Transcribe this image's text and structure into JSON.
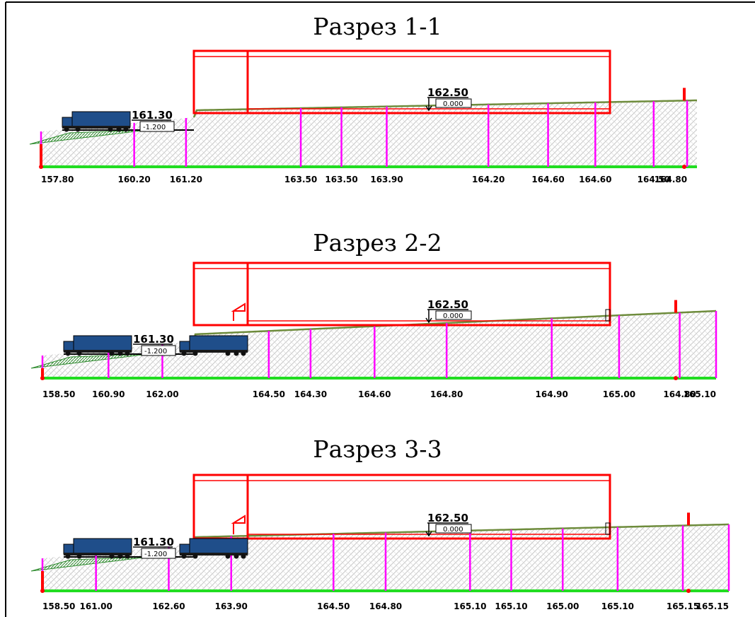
{
  "colors": {
    "building": "#ff0000",
    "ground_line": "#6e8c3c",
    "base_line": "#22dd22",
    "stake": "#ff00ff",
    "truck": "#1f4e8a",
    "hatch": "#c8c8c8",
    "slope": "#2e8b2e"
  },
  "sections": [
    {
      "title": "Разрез 1-1",
      "marks": [
        {
          "x": 0.0,
          "label": "157.80"
        },
        {
          "x": 0.142,
          "label": "160.20"
        },
        {
          "x": 0.221,
          "label": "161.20"
        },
        {
          "x": 0.396,
          "label": "163.50"
        },
        {
          "x": 0.458,
          "label": "163.50"
        },
        {
          "x": 0.527,
          "label": "163.90"
        },
        {
          "x": 0.682,
          "label": "164.20"
        },
        {
          "x": 0.773,
          "label": "164.60"
        },
        {
          "x": 0.845,
          "label": "164.60"
        },
        {
          "x": 0.934,
          "label": "164.50"
        },
        {
          "x": 0.985,
          "label": "164.80"
        }
      ],
      "level_left": {
        "value": "161.30",
        "sub": "-1.200"
      },
      "level_right": {
        "value": "162.50",
        "sub": "0.000"
      },
      "trucks": 1,
      "ramp": false
    },
    {
      "title": "Разрез 2-2",
      "marks": [
        {
          "x": 0.0,
          "label": "158.50"
        },
        {
          "x": 0.098,
          "label": "160.90"
        },
        {
          "x": 0.178,
          "label": "162.00"
        },
        {
          "x": 0.336,
          "label": "164.50"
        },
        {
          "x": 0.398,
          "label": "164.30"
        },
        {
          "x": 0.493,
          "label": "164.60"
        },
        {
          "x": 0.6,
          "label": "164.80"
        },
        {
          "x": 0.756,
          "label": "164.90"
        },
        {
          "x": 0.856,
          "label": "165.00"
        },
        {
          "x": 0.946,
          "label": "164.80"
        },
        {
          "x": 1.0,
          "label": "165.10"
        }
      ],
      "level_left": {
        "value": "161.30",
        "sub": "-1.200"
      },
      "level_right": {
        "value": "162.50",
        "sub": "0.000"
      },
      "trucks": 2,
      "ramp": true
    },
    {
      "title": "Разрез 3-3",
      "marks": [
        {
          "x": 0.0,
          "label": "158.50"
        },
        {
          "x": 0.078,
          "label": "161.00"
        },
        {
          "x": 0.184,
          "label": "162.60"
        },
        {
          "x": 0.275,
          "label": "163.90"
        },
        {
          "x": 0.424,
          "label": "164.50"
        },
        {
          "x": 0.5,
          "label": "164.80"
        },
        {
          "x": 0.623,
          "label": "165.10"
        },
        {
          "x": 0.683,
          "label": "165.10"
        },
        {
          "x": 0.758,
          "label": "165.00"
        },
        {
          "x": 0.838,
          "label": "165.10"
        },
        {
          "x": 0.933,
          "label": "165.15"
        },
        {
          "x": 1.0,
          "label": "165.15"
        }
      ],
      "level_left": {
        "value": "161.30",
        "sub": "-1.200"
      },
      "level_right": {
        "value": "162.50",
        "sub": "0.000"
      },
      "trucks": 2,
      "ramp": true
    }
  ]
}
